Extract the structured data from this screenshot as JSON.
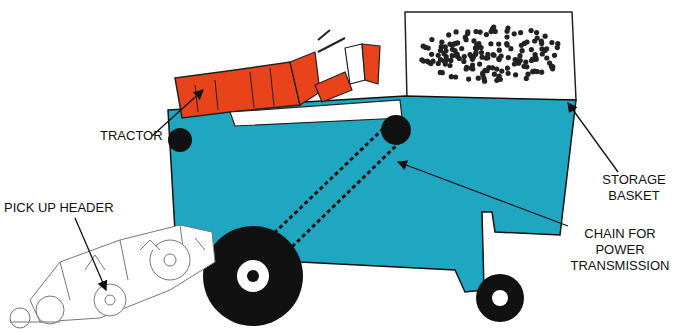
{
  "diagram": {
    "labels": [
      "TRACTOR",
      "STORAGE BASKET",
      "PICK UP HEADER",
      "CHAIN FOR POWER TRANSMISSION"
    ]
  }
}
